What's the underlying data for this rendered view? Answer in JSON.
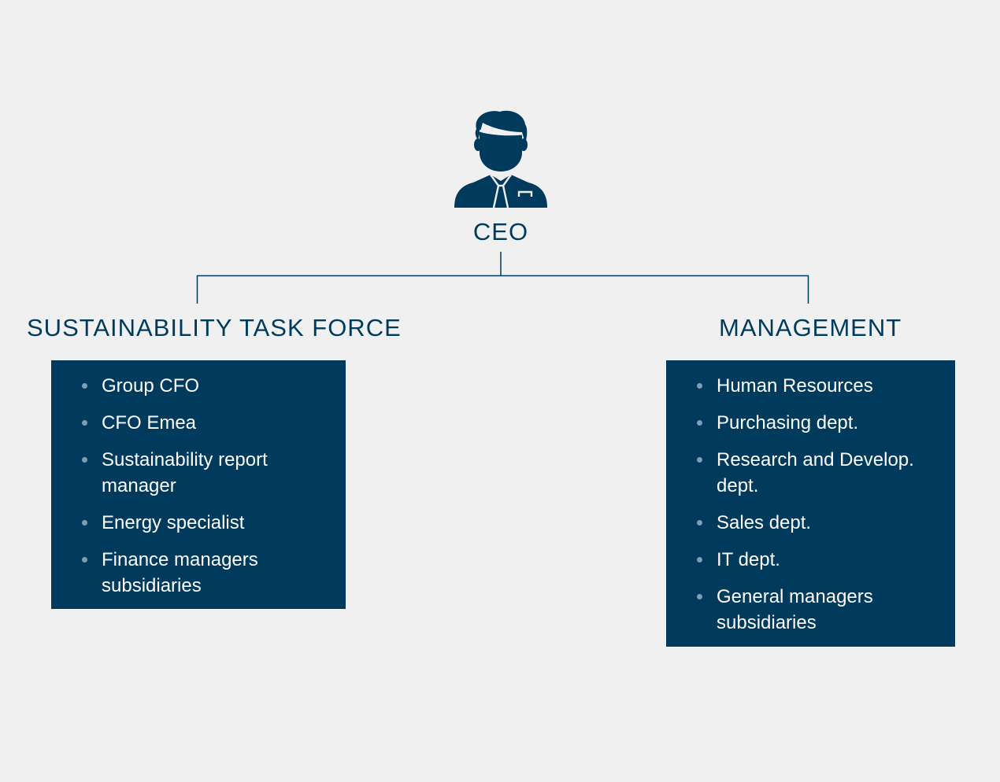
{
  "ceo": {
    "icon": "person-with-tie-icon",
    "label": "CEO"
  },
  "colors": {
    "background": "#f0f0f0",
    "primary": "#003a5d",
    "box_text": "#ffffff",
    "bullet": "#7f9db3"
  },
  "groups": {
    "left": {
      "title": "SUSTAINABILITY TASK FORCE",
      "items": [
        "Group CFO",
        "CFO Emea",
        "Sustainability report manager",
        "Energy specialist",
        "Finance managers subsidiaries"
      ]
    },
    "right": {
      "title": "MANAGEMENT",
      "items": [
        "Human Resources",
        "Purchasing dept.",
        "Research and Develop. dept.",
        "Sales dept.",
        "IT dept.",
        "General managers subsidiaries"
      ]
    }
  }
}
